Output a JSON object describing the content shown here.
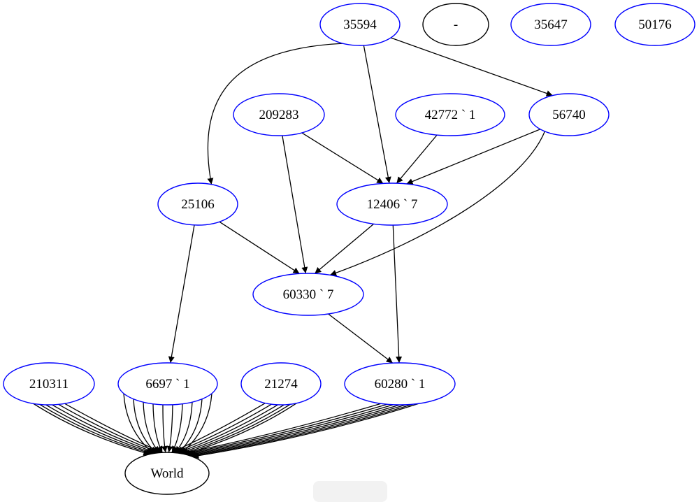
{
  "nodes": [
    {
      "id": "n35594",
      "label": "35594",
      "color": "#0000ff"
    },
    {
      "id": "ndash",
      "label": "-",
      "color": "#000000"
    },
    {
      "id": "n35647",
      "label": "35647",
      "color": "#0000ff"
    },
    {
      "id": "n50176",
      "label": "50176",
      "color": "#0000ff"
    },
    {
      "id": "n209283",
      "label": "209283",
      "color": "#0000ff"
    },
    {
      "id": "n42772",
      "label": "42772 ` 1",
      "color": "#0000ff"
    },
    {
      "id": "n56740",
      "label": "56740",
      "color": "#0000ff"
    },
    {
      "id": "n25106",
      "label": "25106",
      "color": "#0000ff"
    },
    {
      "id": "n12406",
      "label": "12406 ` 7",
      "color": "#0000ff"
    },
    {
      "id": "n60330",
      "label": "60330 ` 7",
      "color": "#0000ff"
    },
    {
      "id": "n210311",
      "label": "210311",
      "color": "#0000ff"
    },
    {
      "id": "n6697",
      "label": "6697 ` 1",
      "color": "#0000ff"
    },
    {
      "id": "n21274",
      "label": "21274",
      "color": "#0000ff"
    },
    {
      "id": "n60280",
      "label": "60280 ` 1",
      "color": "#0000ff"
    },
    {
      "id": "nworld",
      "label": "World",
      "color": "#000000"
    }
  ],
  "edges": [
    {
      "from": "n35594",
      "to": "n25106"
    },
    {
      "from": "n35594",
      "to": "n12406"
    },
    {
      "from": "n35594",
      "to": "n56740"
    },
    {
      "from": "n209283",
      "to": "n12406"
    },
    {
      "from": "n209283",
      "to": "n60330"
    },
    {
      "from": "n42772",
      "to": "n12406"
    },
    {
      "from": "n56740",
      "to": "n12406"
    },
    {
      "from": "n56740",
      "to": "n60330"
    },
    {
      "from": "n25106",
      "to": "n60330"
    },
    {
      "from": "n25106",
      "to": "n6697"
    },
    {
      "from": "n12406",
      "to": "n60330"
    },
    {
      "from": "n12406",
      "to": "n60280"
    },
    {
      "from": "n60330",
      "to": "n60280"
    },
    {
      "from": "n210311",
      "to": "nworld",
      "count": 6
    },
    {
      "from": "n6697",
      "to": "nworld",
      "count": 10
    },
    {
      "from": "n21274",
      "to": "nworld",
      "count": 6
    },
    {
      "from": "n60280",
      "to": "nworld",
      "count": 7
    }
  ]
}
